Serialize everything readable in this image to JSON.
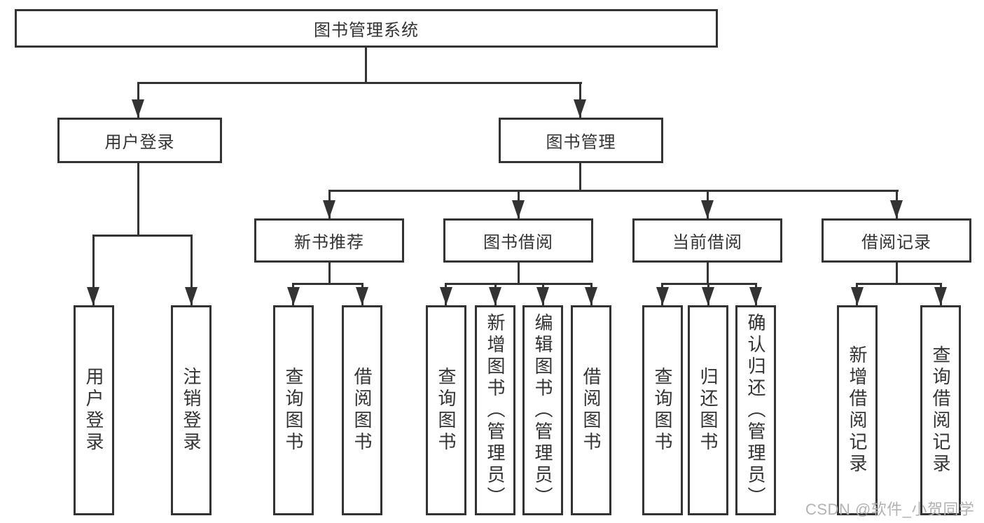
{
  "title": "图书管理系统",
  "watermark": "CSDN @软件_小贺同学",
  "colors": {
    "line": "#333333",
    "background": "#ffffff",
    "watermark": "#b2b2b2"
  },
  "nodes": {
    "root": {
      "label": "图书管理系统"
    },
    "level1": [
      {
        "label": "用户登录"
      },
      {
        "label": "图书管理"
      }
    ],
    "level2": [
      {
        "label": "新书推荐",
        "parent": "图书管理"
      },
      {
        "label": "图书借阅",
        "parent": "图书管理"
      },
      {
        "label": "当前借阅",
        "parent": "图书管理"
      },
      {
        "label": "借阅记录",
        "parent": "图书管理"
      }
    ],
    "leaves": [
      {
        "label": "用户登录",
        "parent": "用户登录"
      },
      {
        "label": "注销登录",
        "parent": "用户登录"
      },
      {
        "label": "查询图书",
        "parent": "新书推荐"
      },
      {
        "label": "借阅图书",
        "parent": "新书推荐"
      },
      {
        "label": "查询图书",
        "parent": "图书借阅"
      },
      {
        "label": "新增图书（管理员）",
        "parent": "图书借阅"
      },
      {
        "label": "编辑图书（管理员）",
        "parent": "图书借阅"
      },
      {
        "label": "借阅图书",
        "parent": "图书借阅"
      },
      {
        "label": "查询图书",
        "parent": "当前借阅"
      },
      {
        "label": "归还图书",
        "parent": "当前借阅"
      },
      {
        "label": "确认归还（管理员）",
        "parent": "当前借阅"
      },
      {
        "label": "新增借阅记录",
        "parent": "借阅记录"
      },
      {
        "label": "查询借阅记录",
        "parent": "借阅记录"
      }
    ]
  }
}
